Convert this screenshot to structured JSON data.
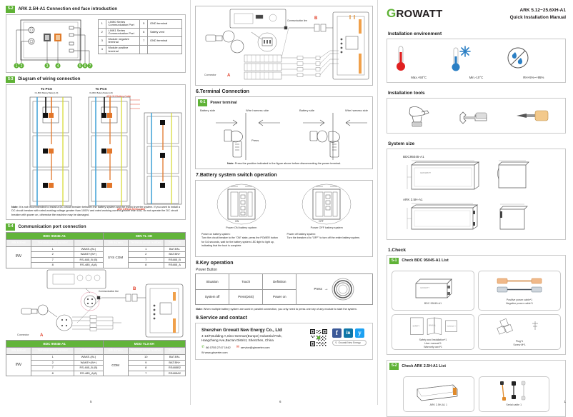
{
  "header": {
    "logo_text": "ROWATT",
    "logo_initial": "G",
    "model": "ARK 5.12~25.6XH-A1",
    "manual_type": "Quick Installation Manual"
  },
  "left": {
    "s2": {
      "badge": "5-2",
      "title": "ARK 2.5H-A1 Connection end face introduction",
      "legend": {
        "rows": [
          {
            "n1": "1",
            "d1": "LINK0 Series Communication Port",
            "n2": "5",
            "d2": "GND terminal"
          },
          {
            "n1": "2",
            "d1": "LINK1 Series Communication Port",
            "n2": "6",
            "d2": "Safety vent"
          },
          {
            "n1": "3",
            "d1": "Module negative terminal",
            "n2": "7",
            "d2": "GND terminal"
          },
          {
            "n1": "4",
            "d1": "Module positive terminal",
            "n2": "",
            "d2": ""
          }
        ]
      },
      "callouts": [
        "1",
        "2",
        "3",
        "4",
        "5",
        "6",
        "7"
      ]
    },
    "s3": {
      "badge": "5-3",
      "title": "Diagram of wiring connection",
      "to_pcs": "To PCS",
      "to_pcs_sub": "On-BDC Battery Battery(-/N)",
      "cable_label": "ARK-XH Battery Cable",
      "series_cable_label": "ARK 2.5H-A1 Series cable",
      "note_bold": "Note:",
      "note": "It is not recommended to install a DC circuit breaker between the battery system and the hybrid inverter system. If you want to install a DC circuit breaker with rated working voltage greater than 1000V and rated working current greater than 63A, do not operate the DC circuit breaker with power on, otherwise the machine may be damaged."
    },
    "s4": {
      "badge": "5-4",
      "title": "Communication port connection",
      "table1": {
        "group_left": "BDC 95045-A1",
        "group_right": "MIN TL-XH",
        "headers": [
          "Silk screen",
          "Terminal serial number",
          "Definition",
          "Silk screen",
          "Terminal serial number",
          "Definition"
        ],
        "left_silk": "INV",
        "right_silk": "SYS COM",
        "rows": [
          {
            "t1": "1",
            "d1": "WAKE-(W-)",
            "t2": "1",
            "d2": "BAT.BN-"
          },
          {
            "t1": "2",
            "d1": "WAKE+(W+)",
            "t2": "2",
            "d2": "BAT.BN+"
          },
          {
            "t1": "7",
            "d1": "RS-485_B (B)",
            "t2": "7",
            "d2": "RS485_B"
          },
          {
            "t1": "8",
            "d1": "RS-485_A(A)",
            "t2": "8",
            "d2": "RS485_A"
          }
        ]
      },
      "connector_label": "Connector",
      "connector_mark": "A",
      "comm_line_label": "Communication line",
      "comm_mark": "B",
      "table2": {
        "group_left": "BDC 95045-A1",
        "group_right": "MOD TL3-XH",
        "headers": [
          "Silk screen",
          "Terminal serial number",
          "Definition",
          "Silk screen",
          "Terminal serial number",
          "Definition"
        ],
        "left_silk": "INV",
        "right_silk": "COM",
        "rows": [
          {
            "t1": "1",
            "d1": "WAKE-(W-)",
            "t2": "10",
            "d2": "BAT.BN-"
          },
          {
            "t1": "2",
            "d1": "WAKE+(W+)",
            "t2": "9",
            "d2": "BAT.BN+"
          },
          {
            "t1": "7",
            "d1": "RS-485_B (B)",
            "t2": "8",
            "d2": "RS485B2"
          },
          {
            "t1": "8",
            "d1": "RS-485_A(A)",
            "t2": "7",
            "d2": "RS485A2"
          }
        ]
      }
    },
    "page_number": "5"
  },
  "mid": {
    "connector_label": "Connector",
    "connector_mark": "A",
    "comm_line_label": "Communication line",
    "comm_mark": "B",
    "s6": {
      "title": "6.Terminal Connection",
      "badge": "6-1",
      "subtitle": "Power terminal",
      "labels": [
        "Battery side",
        "Wire harness side",
        "Battery side",
        "Wire harness side"
      ],
      "press": "Press",
      "note_bold": "Note:",
      "note": "Press the position indicated in the figure above before disconnecting the power terminal."
    },
    "s7": {
      "title": "7.Battery system switch operation",
      "cap_on": "Power ON battery system",
      "cap_off": "Power OFF battery system",
      "text_on_title": "Power on battery system:",
      "text_on": "Turn the circuit breaker to the \"ON\" state, press the POWER button for 5-6 seconds, wait for the battery system LED light to light up, indicating that the boot is complete.",
      "text_off_title": "Power off battery system:",
      "text_off": "Turn the breaker ol to \"OFF\" to turn off the entire battery system."
    },
    "s8": {
      "title": "8.Key operation",
      "subtitle": "Power Button",
      "headers": [
        "Situation",
        "Touch",
        "Definition"
      ],
      "row": [
        "System off",
        "Press(≥5S)",
        "Power on"
      ],
      "press_label": "Press",
      "note_bold": "Note:",
      "note": "When multiple battery system are used in parallel connection, you only need to press one key of any module to start the system."
    },
    "s9": {
      "title": "9.Service and contact",
      "company": "Shenzhen Growatt New Energy Co., Ltd",
      "address_line1": "4-13/F,Building A,Sino-German(Europe) Industrial Park,",
      "address_line2": "Hangcheng Ave,Bao'an District, Shenzhen, China",
      "phone": "86 0755 2747 1942",
      "email": "service@ginverter.com",
      "website": "W www.ginverter.com",
      "social": [
        "f",
        "in",
        "y"
      ],
      "search_placeholder": "Growatt New Energy"
    },
    "page_number": "6"
  },
  "right": {
    "env": {
      "title": "Installation environment",
      "items": [
        {
          "icon": "thermometer-hot-icon",
          "caption": "Max.+50°C"
        },
        {
          "icon": "thermometer-cold-icon",
          "caption": "Min.-10°C"
        },
        {
          "icon": "humidity-icon",
          "caption": "RH+5%~+95%"
        }
      ]
    },
    "tools": {
      "title": "Installation tools",
      "items": [
        "drill-icon",
        "wrench-icon",
        "screwdriver-icon"
      ]
    },
    "size": {
      "title": "System size",
      "labels": [
        "BDC95045-A1",
        "ARK 2.5H-A1"
      ]
    },
    "check": {
      "title": "1.Check",
      "b1": {
        "badge": "5-1",
        "title": "Check BDC 95045-A1 List",
        "cards": [
          {
            "caption": "BDC 95045-A1"
          },
          {
            "caption": "Positive power cable*1\nNegative power cable*1"
          },
          {
            "caption": "Safety and Installation*1\nUser manual*1\nWarranty card*1"
          },
          {
            "caption": "Plug*1\nScrew M*1"
          }
        ]
      },
      "b2": {
        "badge": "5-2",
        "title": "Check ARK 2.5H-A1 List",
        "cards": [
          {
            "caption": "ARK 2.5H-A1  1"
          },
          {
            "caption": "Serial cable  1"
          }
        ]
      }
    },
    "page_number": "1"
  }
}
